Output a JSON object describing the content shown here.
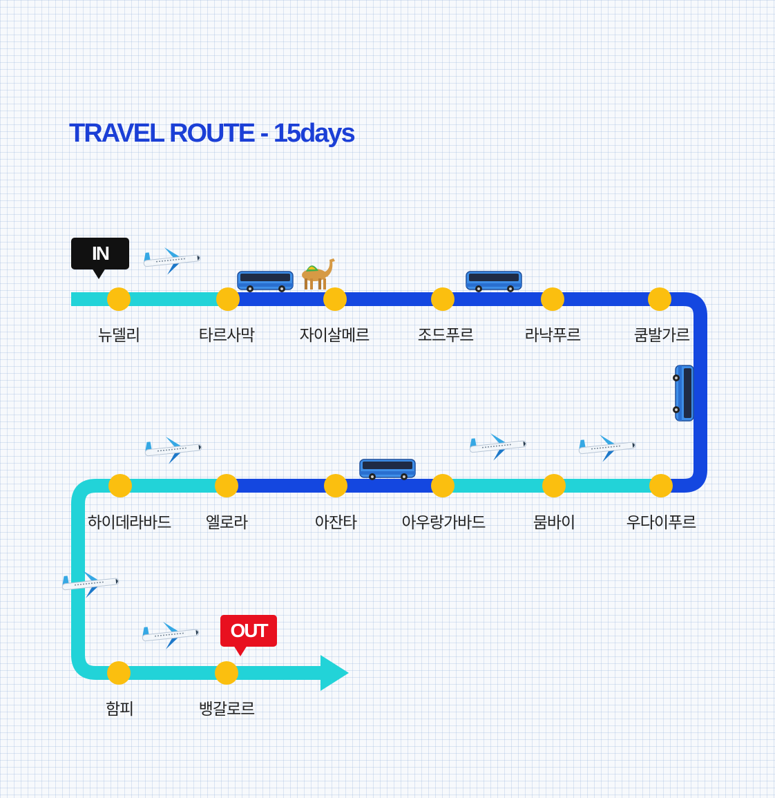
{
  "title": "TRAVEL ROUTE - 15days",
  "tags": {
    "in": "IN",
    "out": "OUT"
  },
  "stops": [
    "뉴델리",
    "타르사막",
    "자이살메르",
    "조드푸르",
    "라낙푸르",
    "쿰발가르",
    "우다이푸르",
    "뭄바이",
    "아우랑가바드",
    "아잔타",
    "엘로라",
    "하이데라바드",
    "함피",
    "뱅갈로르"
  ],
  "colors": {
    "title": "#1b3fd6",
    "flight_segment": "#22d3d8",
    "bus_segment": "#1447e0",
    "stop": "#fbbf0f",
    "in_tag": "#111111",
    "out_tag": "#e8101f"
  },
  "icons": [
    "airplane-icon",
    "bus-icon",
    "camel-icon",
    "arrow-icon"
  ]
}
